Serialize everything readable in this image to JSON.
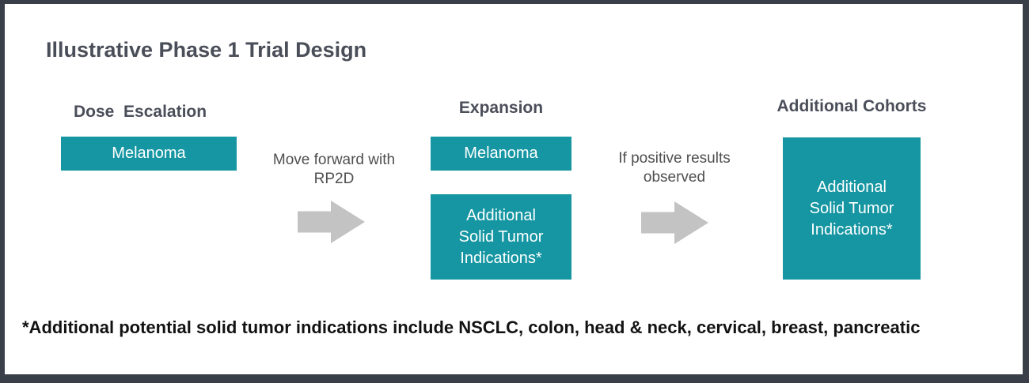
{
  "title": "Illustrative Phase 1 Trial Design",
  "colors": {
    "teal": "#1596a2",
    "frame": "#3a3e48",
    "heading_text": "#4a4e59",
    "arrow_fill": "#c3c3c3",
    "label_text": "#4f4f4f",
    "footnote_text": "#121212"
  },
  "columns": [
    {
      "header": "Dose  Escalation",
      "boxes": [
        {
          "label": "Melanoma"
        }
      ]
    },
    {
      "header": "Expansion",
      "boxes": [
        {
          "label": "Melanoma"
        },
        {
          "label": "Additional\nSolid Tumor\nIndications*"
        }
      ]
    },
    {
      "header": "Additional Cohorts",
      "boxes": [
        {
          "label": "Additional\nSolid Tumor\nIndications*"
        }
      ]
    }
  ],
  "arrows": [
    {
      "label": "Move forward with\nRP2D"
    },
    {
      "label": "If positive results\nobserved"
    }
  ],
  "footnote": "*Additional potential solid tumor indications include NSCLC, colon, head & neck, cervical, breast, pancreatic"
}
